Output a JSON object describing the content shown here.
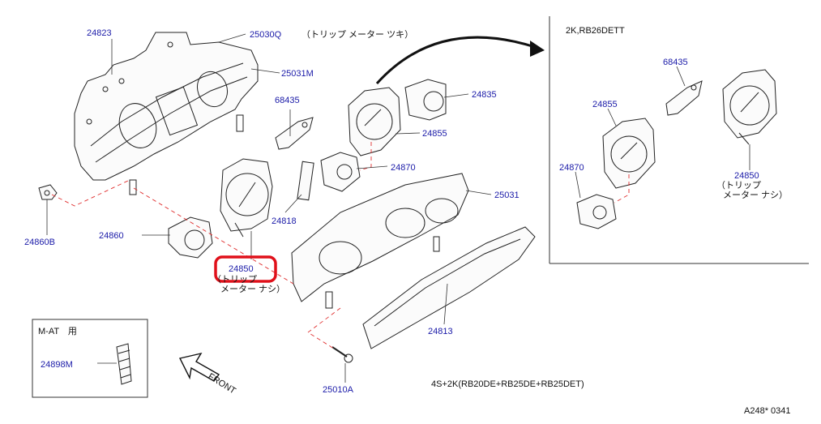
{
  "inset": {
    "title": "2K,RB26DETT",
    "labels": {
      "p68435": "68435",
      "p24855": "24855",
      "p24870": "24870",
      "p24850": "24850",
      "note1": "（トリップ",
      "note2": "メーター ナシ）"
    }
  },
  "main": {
    "labels": {
      "p24823": "24823",
      "p25030Q": "25030Q",
      "p25030Q_note": "（トリップ メーター ツキ）",
      "p25031M": "25031M",
      "p68435": "68435",
      "p24835": "24835",
      "p24855": "24855",
      "p24870": "24870",
      "p25031": "25031",
      "p24818": "24818",
      "p24860B": "24860B",
      "p24860": "24860",
      "p24850": "24850",
      "p24850_note1": "（トリップ",
      "p24850_note2": "メーター ナシ）",
      "p24813": "24813",
      "p25010A": "25010A"
    },
    "highlighted_part": "24850"
  },
  "mat_box": {
    "title": "M-AT　用",
    "part": "24898M"
  },
  "front_label": "FRONT",
  "applicability": "4S+2K(RB20DE+RB25DE+RB25DET)",
  "ref_code": "A248*  0341",
  "colors": {
    "part_number": "#1a1aa8",
    "text": "#111111",
    "highlight": "#e0101a",
    "dashed_guide": "#e03030"
  }
}
